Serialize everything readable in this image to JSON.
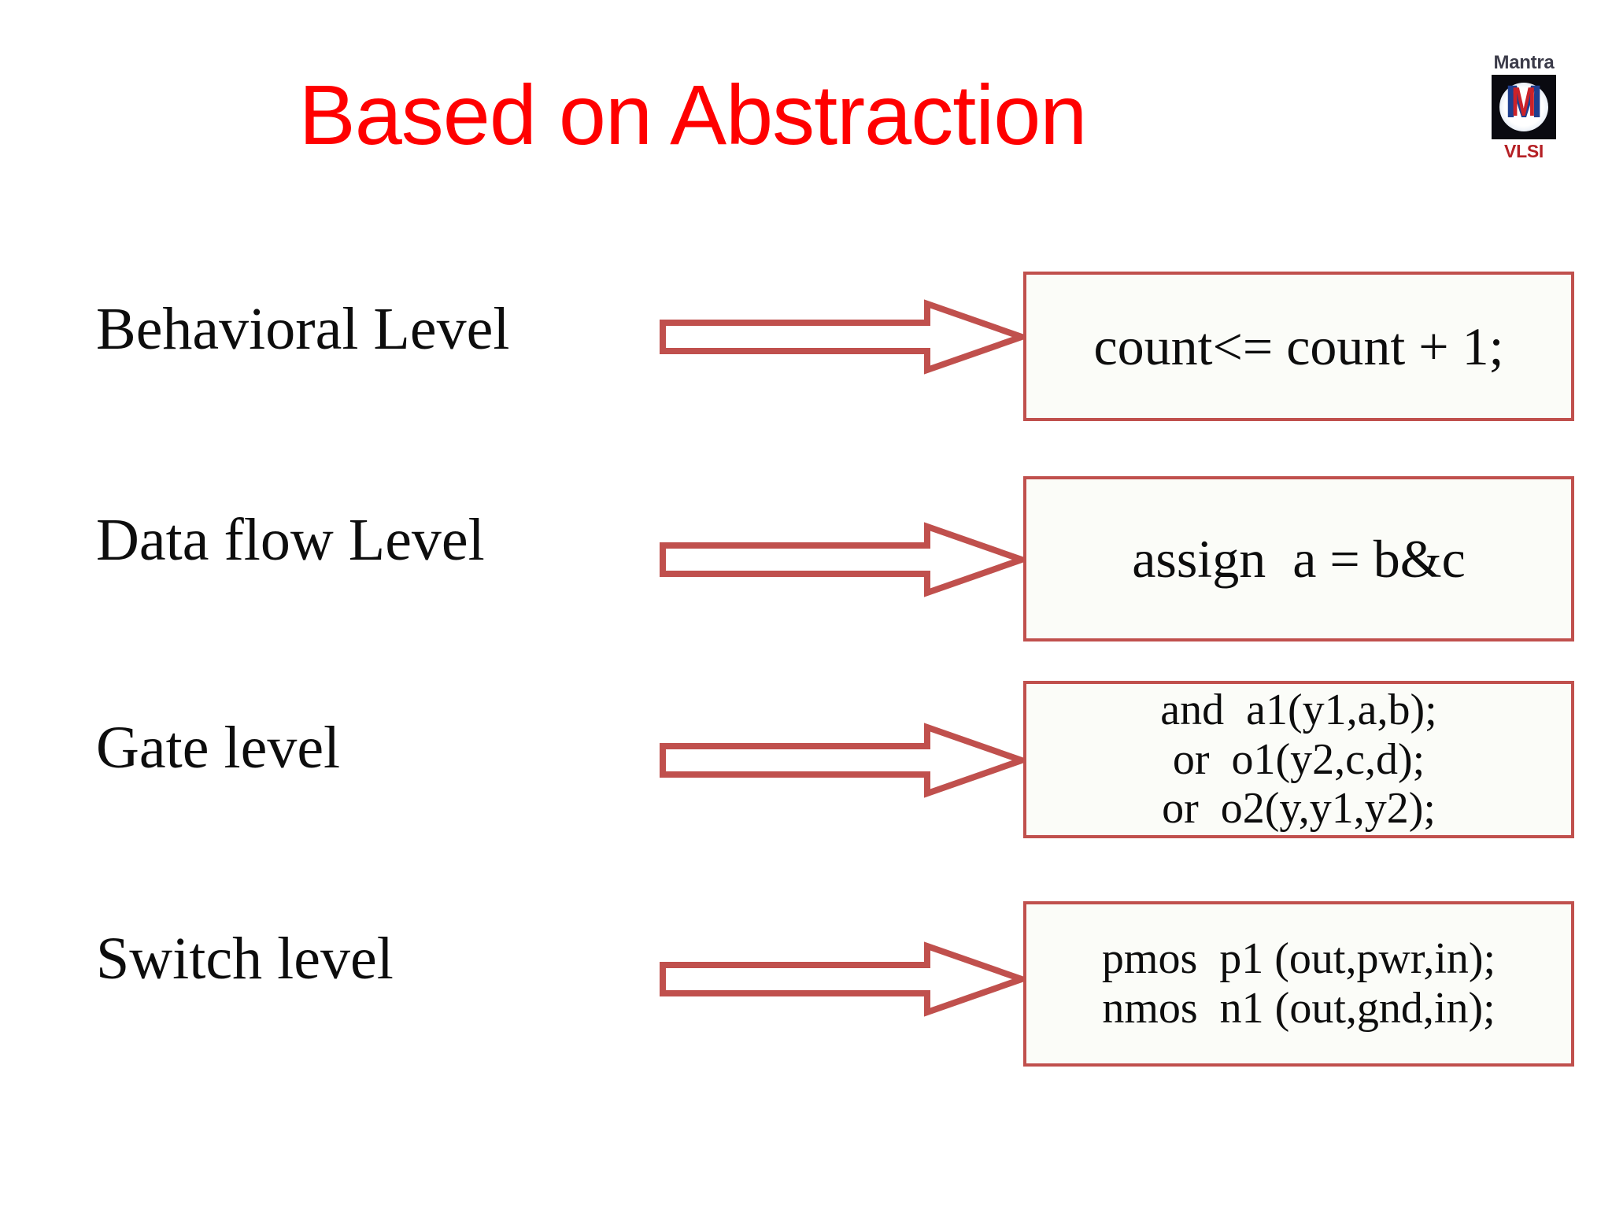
{
  "slide": {
    "title": "Based on Abstraction",
    "title_color": "#ff0000",
    "background_color": "#ffffff",
    "accent_color": "#c0504d"
  },
  "logo": {
    "top_text": "Mantra",
    "mark_letter": "M",
    "bottom_text": "VLSI"
  },
  "rows": [
    {
      "label": "Behavioral Level",
      "code_lines": [
        "count<= count + 1;"
      ]
    },
    {
      "label": "Data flow Level",
      "code_lines": [
        "assign  a = b&c"
      ]
    },
    {
      "label": "Gate level",
      "code_lines": [
        "and  a1(y1,a,b);",
        "or  o1(y2,c,d);",
        "or  o2(y,y1,y2);"
      ]
    },
    {
      "label": "Switch level",
      "code_lines": [
        "pmos  p1 (out,pwr,in);",
        "nmos  n1 (out,gnd,in);"
      ]
    }
  ]
}
